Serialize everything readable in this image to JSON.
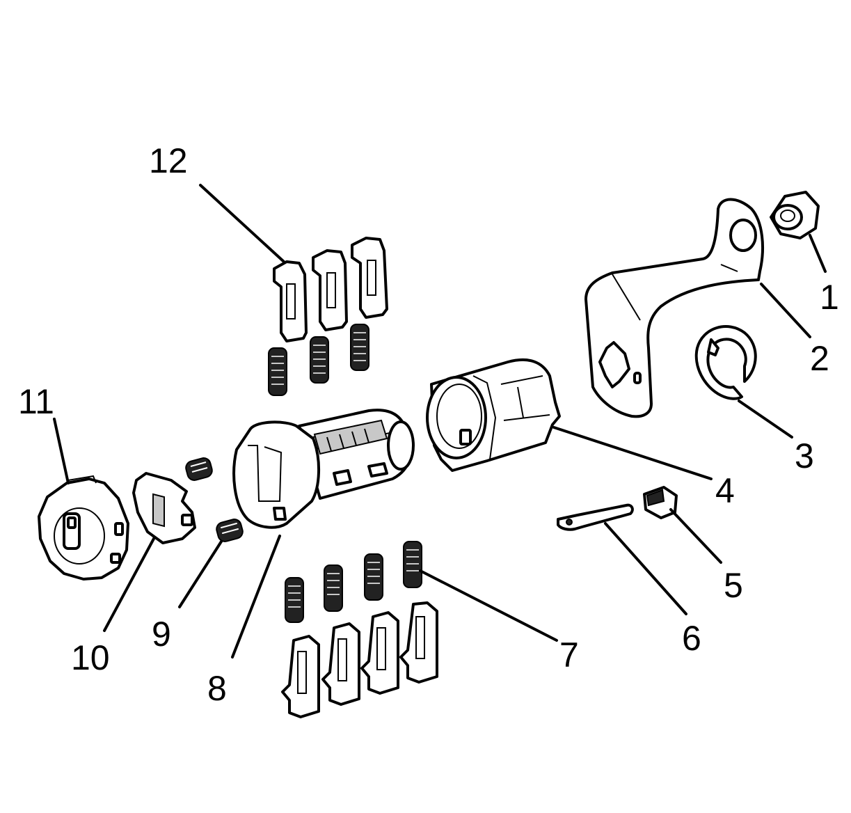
{
  "diagram": {
    "callouts": [
      {
        "id": "1",
        "label": "1"
      },
      {
        "id": "2",
        "label": "2"
      },
      {
        "id": "3",
        "label": "3"
      },
      {
        "id": "4",
        "label": "4"
      },
      {
        "id": "5",
        "label": "5"
      },
      {
        "id": "6",
        "label": "6"
      },
      {
        "id": "7",
        "label": "7"
      },
      {
        "id": "8",
        "label": "8"
      },
      {
        "id": "9",
        "label": "9"
      },
      {
        "id": "10",
        "label": "10"
      },
      {
        "id": "11",
        "label": "11"
      },
      {
        "id": "12",
        "label": "12"
      }
    ],
    "colors": {
      "ink": "#000000",
      "background": "#ffffff"
    }
  }
}
